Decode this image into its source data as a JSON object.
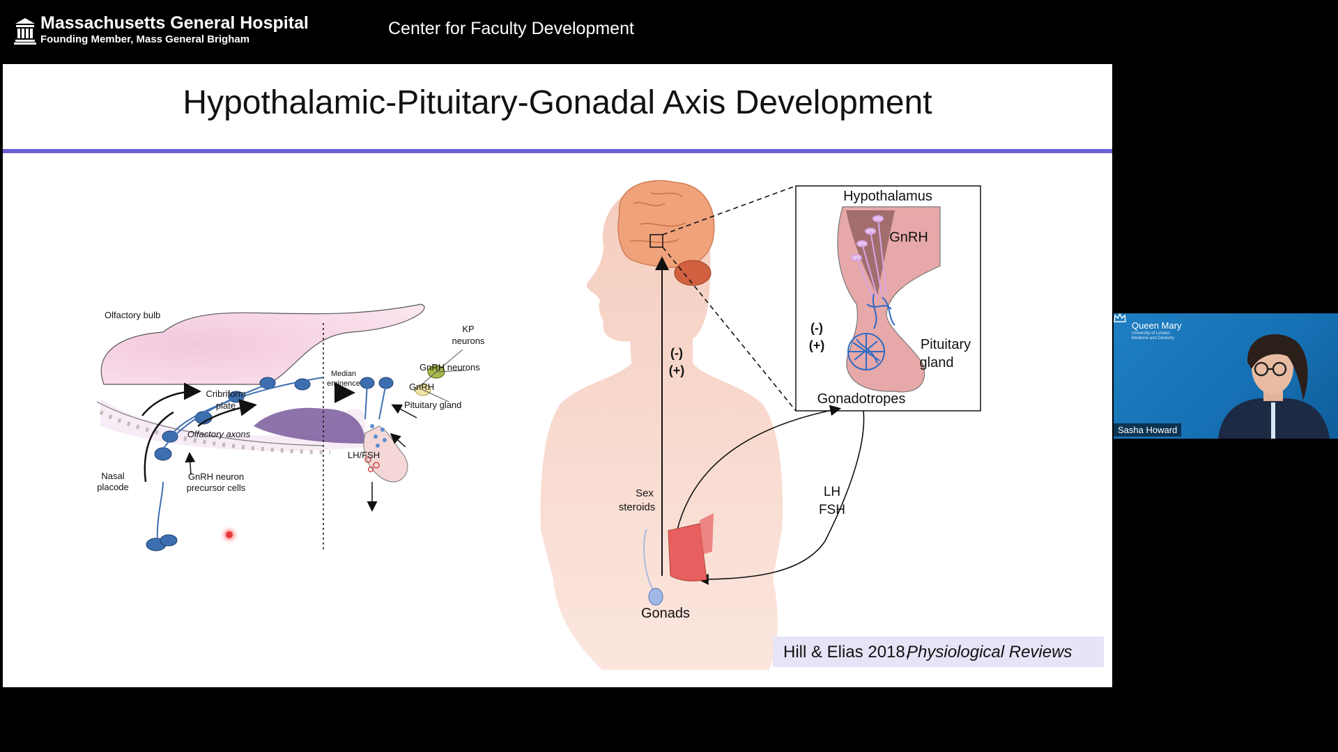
{
  "header": {
    "hospital_name": "Massachusetts General Hospital",
    "hospital_subtitle": "Founding Member, Mass General Brigham",
    "center_title": "Center for Faculty Development",
    "logo_icon": "building-columns-icon"
  },
  "slide": {
    "title": "Hypothalamic-Pituitary-Gonadal Axis Development",
    "rule_color": "#6b5fd6",
    "left_figure": {
      "olfactory_bulb": "Olfactory bulb",
      "kp_line1": "KP",
      "kp_line2": "neurons",
      "gnrh_neurons": "GnRH neurons",
      "median_line1": "Median",
      "median_line2": "eminence",
      "gnrh": "GnRH",
      "cribriform_line1": "Cribriform",
      "cribriform_line2": "plate",
      "pituitary_gland": "Pituitary gland",
      "olfactory_axons": "Olfactory axons",
      "lh_fsh": "LH/FSH",
      "nasal_line1": "Nasal",
      "nasal_line2": "placode",
      "precursor_line1": "GnRH neuron",
      "precursor_line2": "precursor cells"
    },
    "right_figure": {
      "hypothalamus": "Hypothalamus",
      "gnrh": "GnRH",
      "neg_feedback": "(-)",
      "pos_feedback": "(+)",
      "pituitary_line1": "Pituitary",
      "pituitary_line2": "gland",
      "gonadotropes": "Gonadotropes",
      "body_neg": "(-)",
      "body_pos": "(+)",
      "sex_line1": "Sex",
      "sex_line2": "steroids",
      "lh": "LH",
      "fsh": "FSH",
      "gonads": "Gonads"
    },
    "citation": {
      "authors": "Hill & Elias 2018,",
      "journal": "Physiological Reviews"
    }
  },
  "video": {
    "institution": "Queen Mary",
    "institution_sub1": "University of London",
    "institution_sub2": "Medicine and Dentistry",
    "participant_name": "Sasha Howard",
    "crown_icon": "crown-icon"
  }
}
